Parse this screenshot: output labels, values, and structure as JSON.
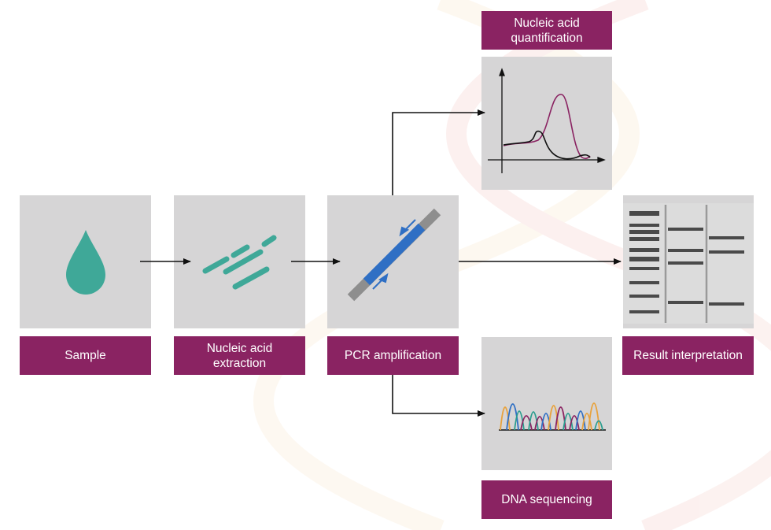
{
  "steps": {
    "sample": "Sample",
    "extraction_line1": "Nucleic acid",
    "extraction_line2": "extraction",
    "pcr": "PCR amplification",
    "quantification_line1": "Nucleic acid",
    "quantification_line2": "quantification",
    "sequencing": "DNA sequencing",
    "result": "Result interpretation"
  },
  "colors": {
    "label_bg": "#8a2362",
    "panel_bg": "#d6d5d6",
    "teal": "#3fa898",
    "dna_blue": "#2f6fc4",
    "curve_red": "#8a2362"
  },
  "icons": [
    "water-drop-icon",
    "dna-fragments-icon",
    "pcr-strand-icon",
    "qpcr-curve-icon",
    "chromatogram-icon",
    "gel-electrophoresis-icon"
  ]
}
